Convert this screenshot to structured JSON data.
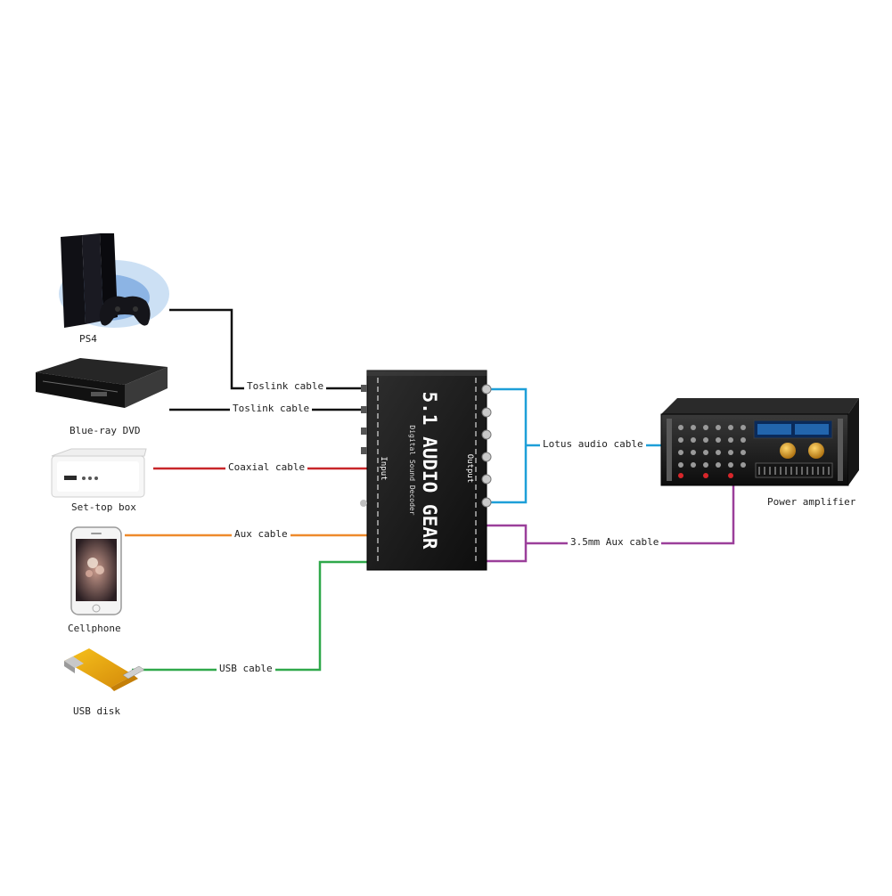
{
  "devices": {
    "ps4": "PS4",
    "bluray": "Blue-ray DVD",
    "settop": "Set-top box",
    "cellphone": "Cellphone",
    "usbdisk": "USB disk",
    "amplifier": "Power amplifier"
  },
  "decoder": {
    "title": "5.1 AUDIO GEAR",
    "subtitle": "Digital Sound Decoder",
    "input_label": "Input",
    "output_label": "Output"
  },
  "cables": {
    "toslink_1": "Toslink cable",
    "toslink_2": "Toslink cable",
    "coaxial": "Coaxial cable",
    "aux": "Aux cable",
    "usb": "USB cable",
    "lotus": "Lotus audio cable",
    "aux35": "3.5mm Aux cable"
  },
  "colors": {
    "toslink": "#111111",
    "coaxial": "#c8262a",
    "aux": "#ee8a2c",
    "usb": "#2fa84a",
    "lotus": "#1e9fd8",
    "aux35": "#9b3f9a"
  }
}
